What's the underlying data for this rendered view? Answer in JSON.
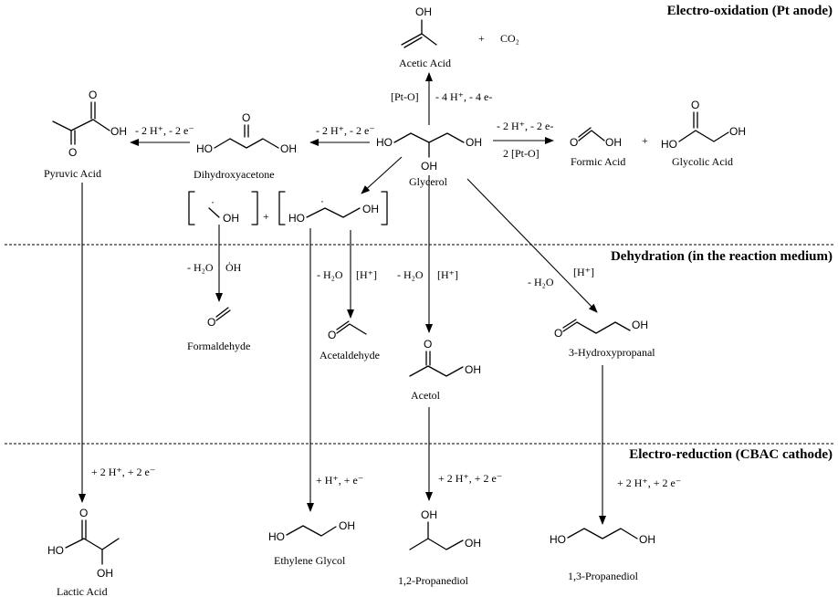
{
  "sections": {
    "oxidation": "Electro-oxidation (Pt anode)",
    "dehydration": "Dehydration (in the reaction medium)",
    "reduction": "Electro-reduction (CBAC cathode)"
  },
  "compounds": {
    "glycerol": "Glycerol",
    "acetic_acid": "Acetic Acid",
    "co2": "CO₂",
    "pyruvic_acid": "Pyruvic Acid",
    "dihydroxyacetone": "Dihydroxyacetone",
    "formic_acid": "Formic Acid",
    "glycolic_acid": "Glycolic Acid",
    "formaldehyde": "Formaldehyde",
    "acetaldehyde": "Acetaldehyde",
    "acetol": "Acetol",
    "hydroxypropanal": "3-Hydroxypropanal",
    "lactic_acid": "Lactic Acid",
    "ethylene_glycol": "Ethylene Glycol",
    "propanediol_12": "1,2-Propanediol",
    "propanediol_13": "1,3-Propanediol"
  },
  "conditions": {
    "to_acetic_a": "[Pt-O]",
    "to_acetic_b": "- 4 H⁺, - 4 e-",
    "to_dha": "- 2 H⁺, - 2 e⁻",
    "to_pyruvic": "- 2 H⁺, - 2 e⁻",
    "to_formic_a": "- 2 H⁺, - 2 e-",
    "to_formic_b": "2 [Pt-O]",
    "plus": "+",
    "dehyd_formaldehyde": "- H₂O",
    "dehyd_formaldehyde_b": "ȮH",
    "dehyd_acetaldehyde_a": "- H₂O",
    "dehyd_acetaldehyde_b": "[H⁺]",
    "dehyd_acetol_a": "- H₂O",
    "dehyd_acetol_b": "[H⁺]",
    "dehyd_hp_a": "- H₂O",
    "dehyd_hp_b": "[H⁺]",
    "red_lactic": "+ 2 H⁺, + 2 e⁻",
    "red_eg": "+ H⁺, + e⁻",
    "red_12pd": "+ 2 H⁺, + 2 e⁻",
    "red_13pd": "+ 2 H⁺, + 2 e⁻"
  },
  "atoms": {
    "oh": "OH",
    "ho": "HO",
    "o": "O"
  }
}
